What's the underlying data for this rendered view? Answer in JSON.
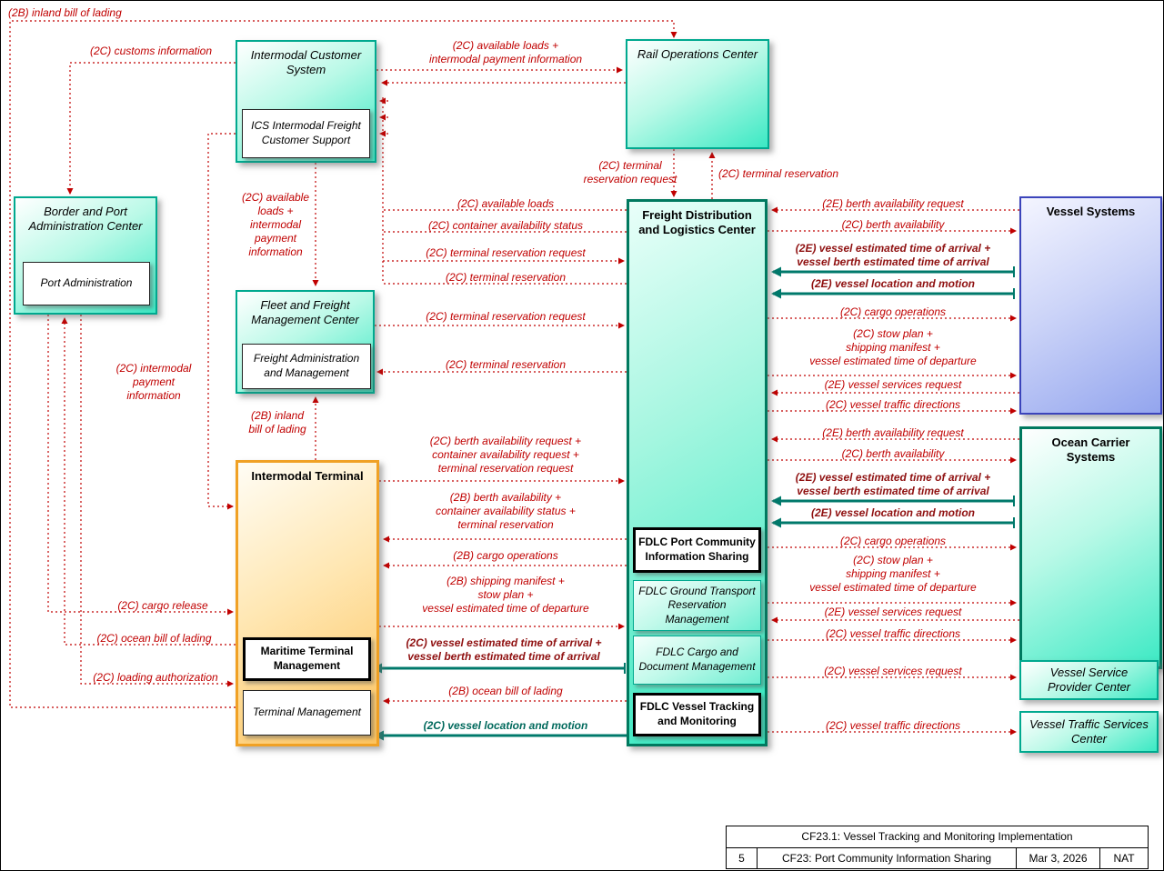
{
  "boxes": {
    "ics": {
      "title": "Intermodal Customer System",
      "sub": "ICS Intermodal Freight Customer Support"
    },
    "rail": {
      "title": "Rail Operations Center"
    },
    "border": {
      "title": "Border and Port Administration Center",
      "sub": "Port Administration"
    },
    "fleet": {
      "title": "Fleet and Freight Management Center",
      "sub": "Freight Administration and Management"
    },
    "terminal": {
      "title": "Intermodal Terminal",
      "maritime": "Maritime Terminal Management",
      "terminal_mgmt": "Terminal Management"
    },
    "fdlc": {
      "title": "Freight Distribution and Logistics Center",
      "pcis": "FDLC Port Community Information Sharing",
      "ground": "FDLC Ground Transport Reservation Management",
      "cargo_doc": "FDLC Cargo and Document Management",
      "vtm": "FDLC Vessel Tracking and Monitoring"
    },
    "vessel_systems": {
      "title": "Vessel Systems"
    },
    "ocean_carrier": {
      "title": "Ocean Carrier Systems"
    },
    "vspc": {
      "title": "Vessel Service Provider Center"
    },
    "vtsc": {
      "title": "Vessel Traffic Services Center"
    }
  },
  "flows": {
    "inland_bol_top": "(2B) inland bill of lading",
    "customs_information": "(2C) customs information",
    "available_loads_payment_top": "(2C) available loads +\nintermodal payment information",
    "terminal_reservation_request_rail": "(2C) terminal\nreservation request",
    "terminal_reservation_rail": "(2C) terminal reservation",
    "available_loads_ics": "(2C) available loads",
    "container_availability_status_ics": "(2C) container availability status",
    "terminal_reservation_request_ics": "(2C) terminal reservation request",
    "terminal_reservation_ics": "(2C) terminal reservation",
    "available_loads_payment_vertical": "(2C) available loads +\nintermodal\npayment\ninformation",
    "terminal_reservation_request_fleet": "(2C) terminal reservation request",
    "terminal_reservation_fleet": "(2C) terminal reservation",
    "intermodal_payment_information": "(2C) intermodal\npayment\ninformation",
    "inland_bol_fleet": "(2B) inland\nbill of lading",
    "berth_container_terminal_request": "(2C) berth availability request +\ncontainer availability request +\nterminal reservation request",
    "berth_container_terminal_response": "(2B) berth availability +\ncontainer availability status +\nterminal reservation",
    "cargo_operations_terminal": "(2B) cargo operations",
    "manifest_stowplan_etd_terminal": "(2B) shipping manifest +\nstow plan +\nvessel estimated time of departure",
    "vessel_eta_berth_eta_terminal": "(2C) vessel estimated time of arrival +\nvessel berth estimated time of arrival",
    "ocean_bol_terminal": "(2B) ocean bill of lading",
    "vessel_location_motion_terminal": "(2C) vessel location and motion",
    "cargo_release": "(2C) cargo release",
    "ocean_bol_border": "(2C) ocean bill of lading",
    "loading_authorization": "(2C) loading authorization",
    "berth_availability_request_vs": "(2E) berth availability request",
    "berth_availability_vs": "(2C) berth availability",
    "vessel_eta_berth_eta_vs": "(2E) vessel estimated time of arrival +\nvessel berth estimated time of arrival",
    "vessel_location_motion_vs": "(2E) vessel location and motion",
    "cargo_operations_vs": "(2C) cargo operations",
    "stowplan_manifest_etd_vs": "(2C) stow plan +\nshipping manifest +\nvessel estimated time of departure",
    "vessel_services_request_vs": "(2E) vessel services request",
    "vessel_traffic_directions_vs": "(2C) vessel traffic directions",
    "berth_availability_request_ocs": "(2E) berth availability request",
    "berth_availability_ocs": "(2C) berth availability",
    "vessel_eta_berth_eta_ocs": "(2E) vessel estimated time of arrival +\nvessel berth estimated time of arrival",
    "vessel_location_motion_ocs": "(2E) vessel location and motion",
    "cargo_operations_ocs": "(2C) cargo operations",
    "stowplan_manifest_etd_ocs": "(2C) stow plan +\nshipping manifest +\nvessel estimated time of departure",
    "vessel_services_request_ocs": "(2E) vessel services request",
    "vessel_traffic_directions_ocs": "(2C) vessel traffic directions",
    "vessel_services_request_vspc": "(2C) vessel services request",
    "vessel_traffic_directions_vtsc": "(2C) vessel traffic directions"
  },
  "title_block": {
    "title": "CF23.1: Vessel Tracking and Monitoring Implementation",
    "page_number": "5",
    "subtitle": "CF23: Port Community Information Sharing",
    "date": "Mar 3, 2026",
    "author": "NAT"
  },
  "colors": {
    "flow_label": "#c00000",
    "flow_label_bold": "#8f1010",
    "solid_link": "#00796b",
    "teal_box_border": "#00a98f",
    "fdlc_border": "#00795f",
    "blue_box_border": "#3b44bb",
    "orange_box_border": "#f0a125"
  }
}
